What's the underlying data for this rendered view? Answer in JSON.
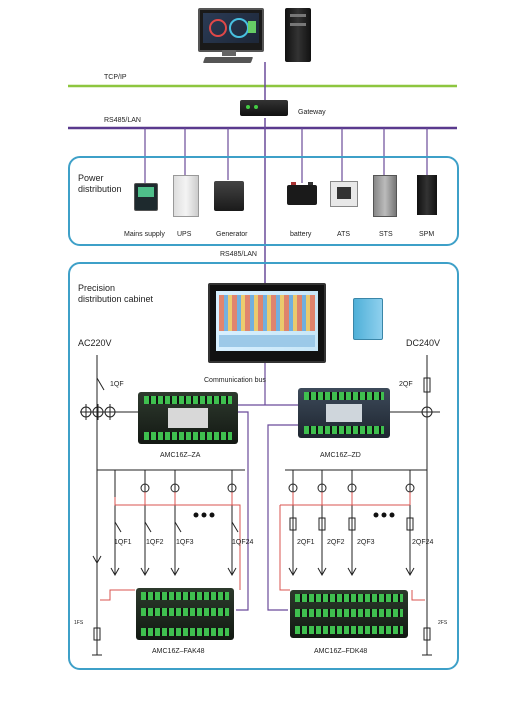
{
  "network": {
    "tcpip": "TCP/IP",
    "rs485_lan_top": "RS485/LAN",
    "gateway": "Gateway",
    "rs485_lan_mid": "RS485/LAN"
  },
  "power_distribution": {
    "title_line1": "Power",
    "title_line2": "distribution",
    "devices": [
      "Mains supply",
      "UPS",
      "Generator",
      "battery",
      "ATS",
      "STS",
      "SPM"
    ]
  },
  "cabinet": {
    "title_line1": "Precision",
    "title_line2": "distribution cabinet",
    "ac": "AC220V",
    "dc": "DC240V",
    "comm_bus": "Communication bus",
    "qf1": "1QF",
    "qf2": "2QF",
    "module_za": "AMC16Z–ZA",
    "module_zd": "AMC16Z–ZD",
    "left_breakers": [
      "1QF1",
      "1QF2",
      "1QF3",
      "1QF24"
    ],
    "right_breakers": [
      "2QF1",
      "2QF2",
      "2QF3",
      "2QF24"
    ],
    "fs1": "1FS",
    "fs2": "2FS",
    "module_fak": "AMC16Z–FAK48",
    "module_fdk": "AMC16Z–FDK48"
  },
  "colors": {
    "tcp_line": "#8dc63f",
    "rs485_line": "#5a3a8e",
    "panel_border": "#3ea0c8",
    "red_wire": "#d9534f"
  }
}
